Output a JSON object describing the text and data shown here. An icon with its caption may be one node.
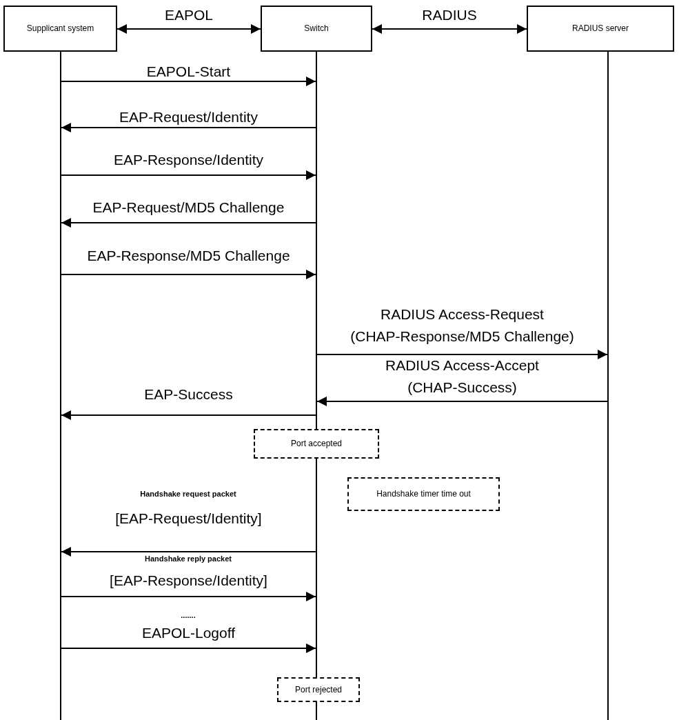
{
  "diagram": {
    "nodes": [
      {
        "text": [
          "Supplicant system"
        ]
      },
      {
        "text": [
          "Switch"
        ]
      },
      {
        "text": [
          "RADIUS server"
        ]
      },
      {
        "text": [],
        "shape": "line"
      },
      {
        "text": [],
        "shape": "line"
      },
      {
        "text": [],
        "shape": "line"
      },
      {
        "text": [
          "Port accepted"
        ]
      },
      {
        "text": [],
        "shape": "line"
      },
      {
        "text": [
          "Handshake timer time out"
        ]
      },
      {
        "text": [
          "Port rejected"
        ]
      },
      {
        "text": [],
        "shape": "line"
      }
    ],
    "edges": [
      {
        "from": 0,
        "to": 1,
        "arrow": "both",
        "label": "EAPOL"
      },
      {
        "from": 1,
        "to": 2,
        "arrow": "both",
        "label": "RADIUS"
      },
      {
        "from": 3,
        "to": 4,
        "arrow": "to",
        "label": "EAPOL-Start"
      },
      {
        "from": 4,
        "to": 3,
        "arrow": "to",
        "label": "EAP-Request/Identity"
      },
      {
        "from": 3,
        "to": 4,
        "arrow": "to",
        "label": "EAP-Response/Identity"
      },
      {
        "from": 4,
        "to": 3,
        "arrow": "to",
        "label": "EAP-Request/MD5 Challenge"
      },
      {
        "from": 3,
        "to": 4,
        "arrow": "to",
        "label": "EAP-Response/MD5 Challenge"
      },
      {
        "from": 4,
        "to": 5,
        "arrow": "to",
        "label": "RADIUS Access-Request (CHAP-Response/MD5 Challenge)"
      },
      {
        "from": 5,
        "to": 4,
        "arrow": "to",
        "label": "RADIUS Access-Accept (CHAP-Success)"
      },
      {
        "from": 4,
        "to": 3,
        "arrow": "to",
        "label": "EAP-Success"
      },
      {
        "from": 7,
        "to": 3,
        "arrow": "to",
        "label": "[EAP-Request/Identity]"
      },
      {
        "from": 3,
        "to": 7,
        "arrow": "to",
        "label": "[EAP-Response/Identity]"
      },
      {
        "from": 3,
        "to": 7,
        "arrow": "to",
        "label": "EAPOL-Logoff"
      }
    ],
    "labels": [
      "Handshake request packet",
      "Handshake reply packet",
      "......."
    ]
  }
}
